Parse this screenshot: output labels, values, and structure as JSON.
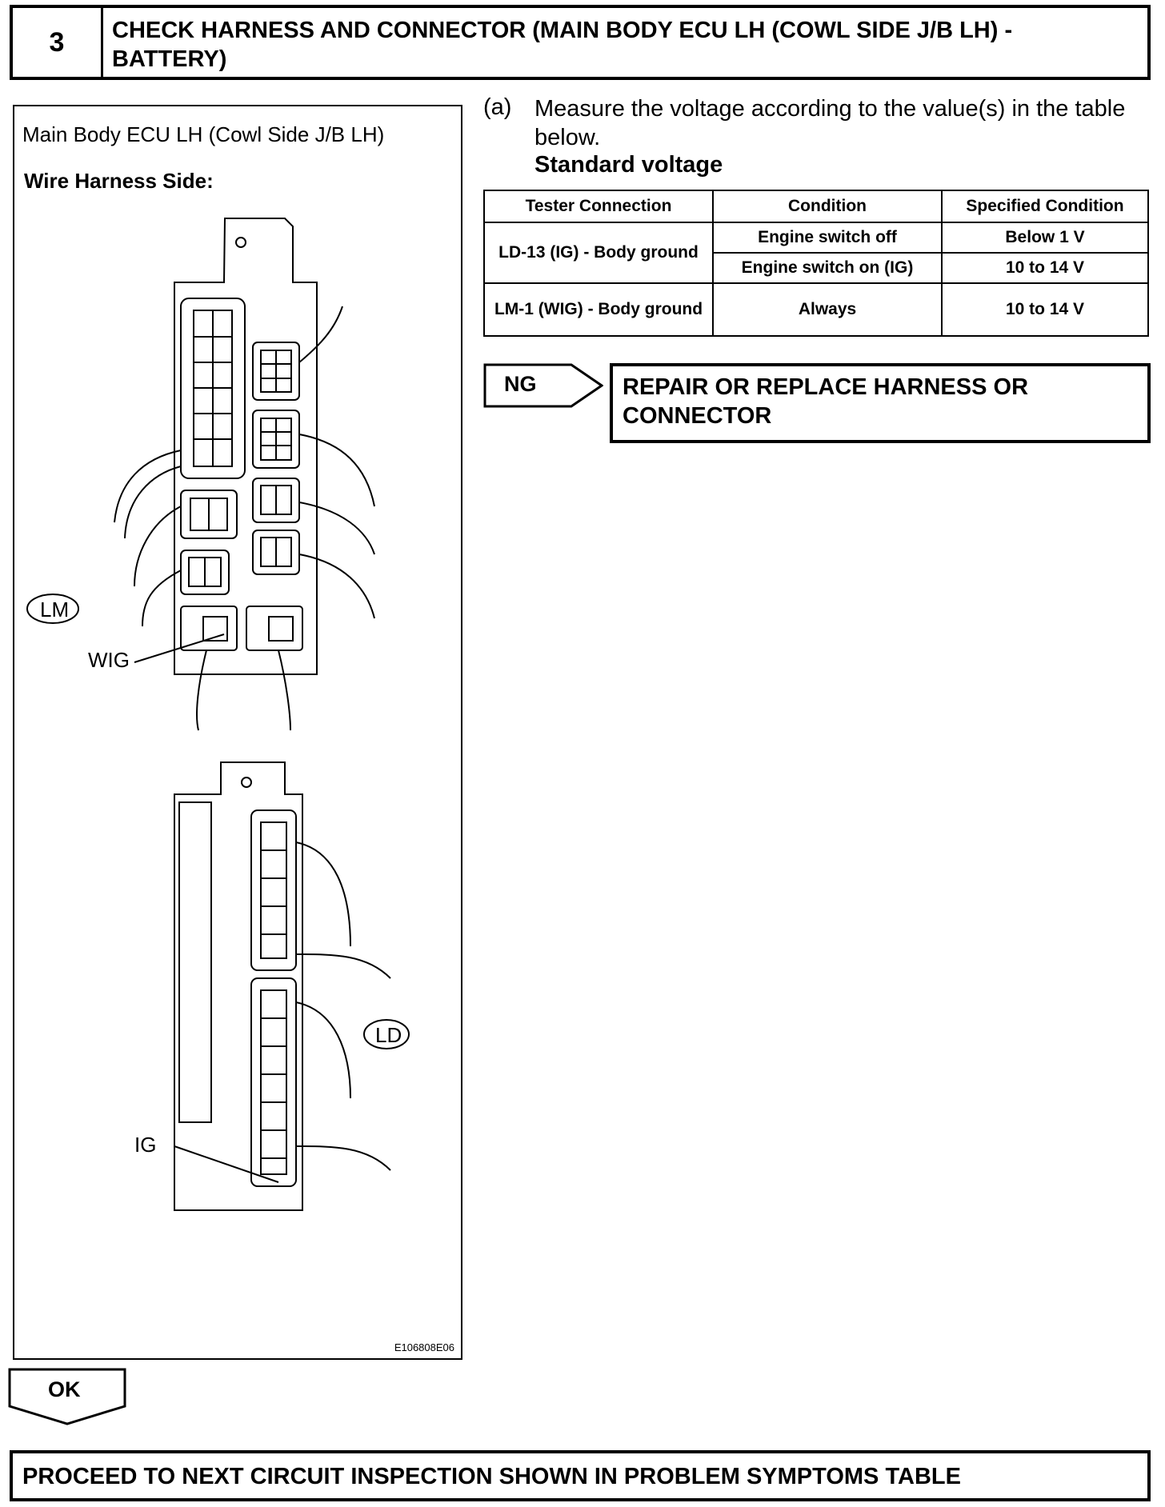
{
  "step": {
    "number": "3",
    "title": "CHECK HARNESS AND CONNECTOR (MAIN BODY ECU LH (COWL SIDE J/B LH) - BATTERY)"
  },
  "figure": {
    "subject": "Main Body ECU LH (Cowl Side J/B LH)",
    "side": "Wire Harness Side:",
    "labels": {
      "lm": "LM",
      "wig": "WIG",
      "ld": "LD",
      "ig": "IG"
    },
    "code": "E106808E06"
  },
  "instruction": {
    "marker": "(a)",
    "text": "Measure the voltage according to the value(s) in the table below.",
    "standard": "Standard voltage"
  },
  "table": {
    "headers": [
      "Tester Connection",
      "Condition",
      "Specified Condition"
    ],
    "rows": [
      {
        "connection": "LD-13 (IG) - Body ground",
        "condition": "Engine switch off",
        "spec": "Below 1 V"
      },
      {
        "connection": "LD-13 (IG) - Body ground",
        "condition": "Engine switch on (IG)",
        "spec": "10 to 14 V"
      },
      {
        "connection": "LM-1 (WIG) - Body ground",
        "condition": "Always",
        "spec": "10 to 14 V"
      }
    ]
  },
  "ng": {
    "label": "NG",
    "action": "REPAIR OR REPLACE HARNESS OR CONNECTOR"
  },
  "ok": {
    "label": "OK",
    "action": "PROCEED TO NEXT CIRCUIT INSPECTION SHOWN IN PROBLEM SYMPTOMS TABLE"
  }
}
